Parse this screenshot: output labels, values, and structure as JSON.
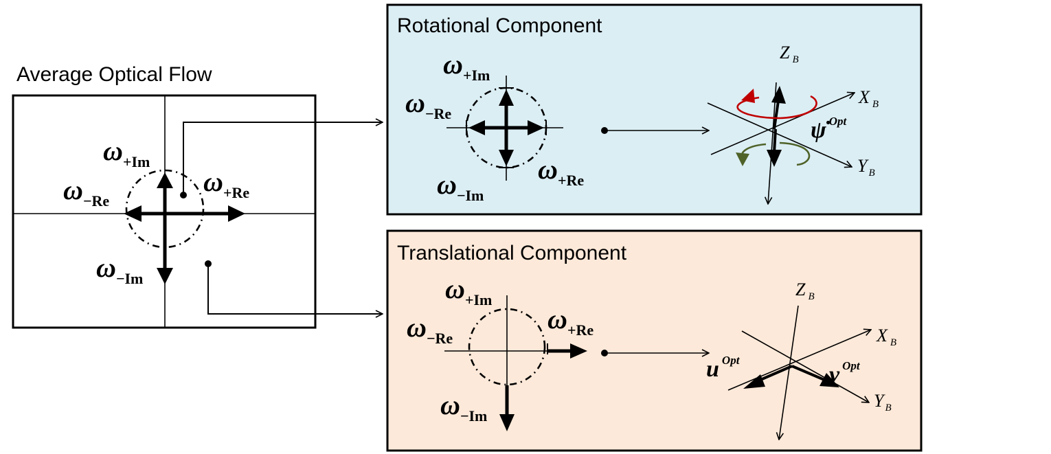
{
  "panels": {
    "average": {
      "title": "Average Optical Flow"
    },
    "rotational": {
      "title": "Rotational Component",
      "fill": "#dbeef4"
    },
    "translational": {
      "title": "Translational Component",
      "fill": "#fde9d9"
    }
  },
  "labels": {
    "omega": "ω",
    "pos_im": "+Im",
    "neg_im": "−Im",
    "pos_re": "+Re",
    "neg_re": "−Re"
  },
  "axes": {
    "x": "X",
    "y": "Y",
    "z": "Z",
    "body_sub": "B",
    "psi_dot": "ψ̇",
    "u": "u",
    "v": "v",
    "opt_sup": "Opt"
  },
  "colors": {
    "yaw_cw_arrow": "#c00000",
    "yaw_ccw_arrow": "#4f6228"
  }
}
